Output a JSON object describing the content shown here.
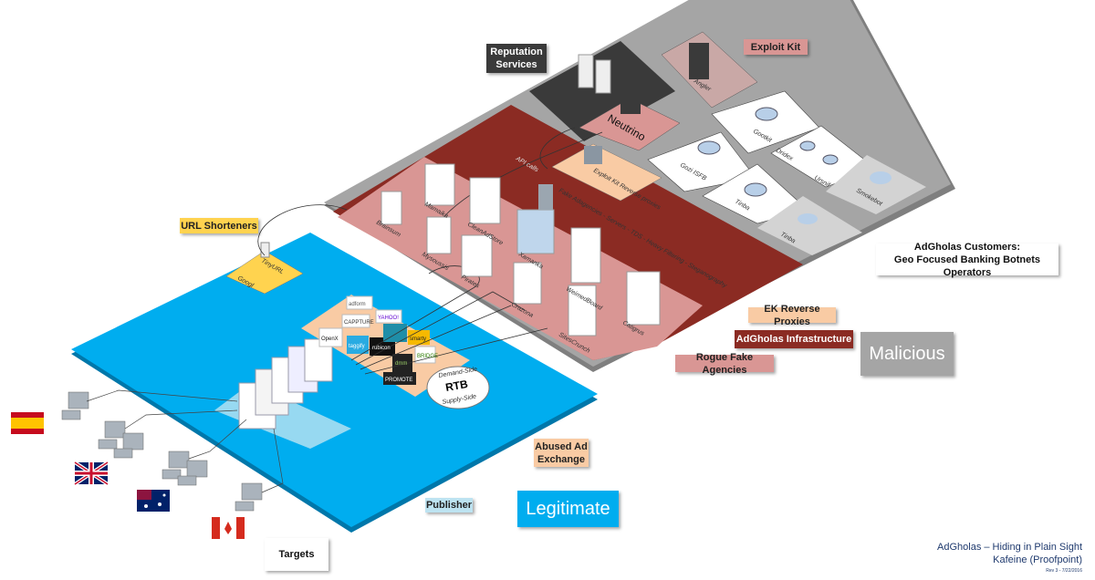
{
  "labels": {
    "reputation": "Reputation Services",
    "exploit_kit": "Exploit Kit",
    "url_shorteners": "URL Shorteners",
    "customers_line1": "AdGholas Customers:",
    "customers_line2": "Geo Focused Banking Botnets Operators",
    "ek_proxies": "EK Reverse Proxies",
    "infrastructure": "AdGholas Infrastructure",
    "malicious": "Malicious",
    "rogue": "Rogue Fake Agencies",
    "ad_exchange": "Abused Ad Exchange",
    "publisher": "Publisher",
    "legitimate": "Legitimate",
    "targets": "Targets"
  },
  "diagram": {
    "angler": "Angler",
    "neutrino": "Neutrino",
    "botnets": [
      "Gootkit",
      "Gozi ISFB",
      "Dridex",
      "Ursnif",
      "Tinba",
      "Smokebot",
      "Tinba"
    ],
    "proxy_zone": "Exploit Kit Reverse proxies",
    "fake_agency_note": "Fake Adagencies - Servers - TDS - Heavy Filtering - Steganography",
    "api_calls": "API calls",
    "agencies": [
      "Brainsum",
      "Mamaika",
      "CleanAdStore",
      "Mysoussis",
      "Pirates",
      "Xamanka",
      "Crazona",
      "WeimedBoard",
      "SitesCrunch",
      "Catigrus"
    ],
    "shorteners": [
      "TinyURL",
      "Googl"
    ],
    "rtb": "RTB",
    "demand_side": "Demand-Side",
    "supply_side": "Supply-Side",
    "ad_networks": [
      "adform",
      "YAHOO!",
      "CAPPTURE",
      "OpenX",
      "taggify",
      "rubicon",
      "smarty",
      "BRIDGE",
      "dmm",
      "PROMOTE"
    ]
  },
  "targets_flags": [
    "spain",
    "uk",
    "australia",
    "canada"
  ],
  "colors": {
    "legitimate": "#00adef",
    "malicious_platform": "#a5a5a5",
    "infrastructure": "#8b2b23",
    "rogue": "#d99694",
    "ek_proxies": "#f9cba4",
    "url_shorteners": "#ffd34f",
    "reputation": "#3a3a3a"
  },
  "footer": {
    "title": "AdGholas – Hiding in Plain Sight",
    "author": "Kafeine (Proofpoint)",
    "rev": "Rev 3 - 7/22/2016"
  }
}
